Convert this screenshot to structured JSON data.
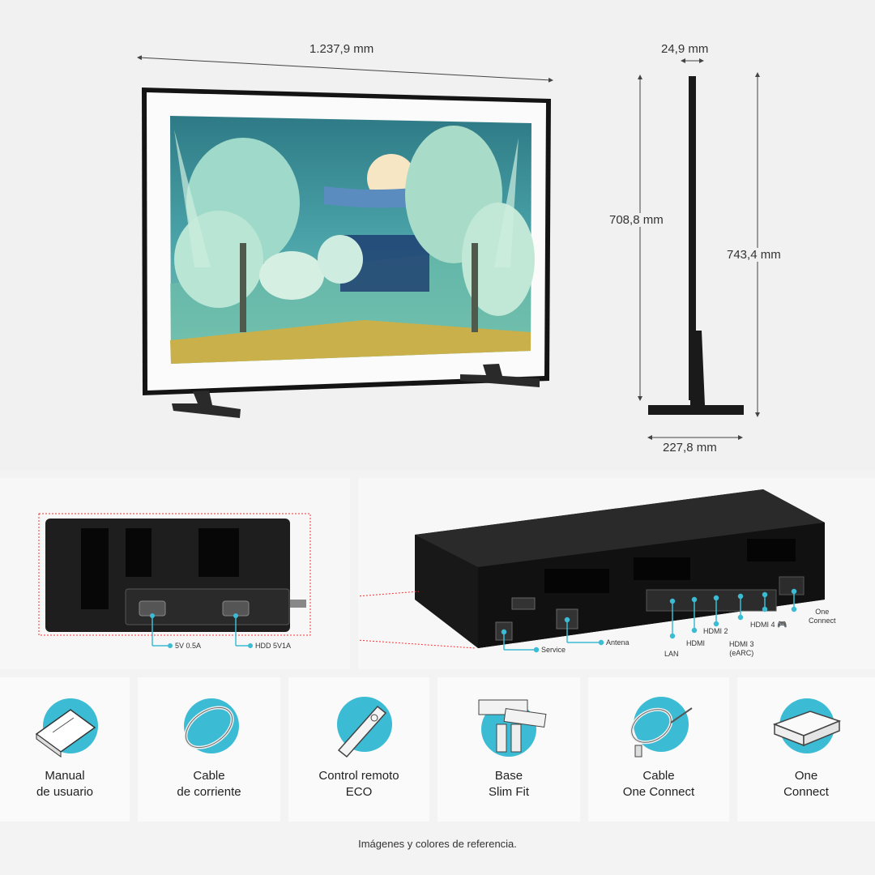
{
  "dimensions": {
    "width": "1.237,9 mm",
    "depth_panel": "24,9 mm",
    "height_screen": "708,8 mm",
    "height_total": "743,4 mm",
    "stand_depth": "227,8 mm"
  },
  "connection_box": {
    "ports": [
      {
        "label": "5V 0.5A"
      },
      {
        "label": "HDD 5V1A"
      }
    ]
  },
  "one_connect": {
    "ports": [
      {
        "label": "Service"
      },
      {
        "label": "Antena"
      },
      {
        "label": "LAN"
      },
      {
        "label": "HDMI"
      },
      {
        "label": "HDMI 2"
      },
      {
        "label": "HDMI 3",
        "sub": "(eARC)"
      },
      {
        "label": "HDMI 4"
      },
      {
        "label": "One",
        "sub": "Connect"
      }
    ]
  },
  "accessories": [
    {
      "line1": "Manual",
      "line2": "de usuario",
      "icon": "manual-icon"
    },
    {
      "line1": "Cable",
      "line2": "de corriente",
      "icon": "power-cable-icon"
    },
    {
      "line1": "Control remoto",
      "line2": "ECO",
      "icon": "remote-icon"
    },
    {
      "line1": "Base",
      "line2": "Slim Fit",
      "icon": "wall-mount-icon"
    },
    {
      "line1": "Cable",
      "line2": "One Connect",
      "icon": "one-connect-cable-icon"
    },
    {
      "line1": "One",
      "line2": "Connect",
      "icon": "one-connect-box-icon"
    }
  ],
  "footnote": "Imágenes y colores de referencia.",
  "colors": {
    "accent": "#3bbcd4",
    "panel_bg": "#f1f1f1",
    "device": "#1c1c1c"
  }
}
